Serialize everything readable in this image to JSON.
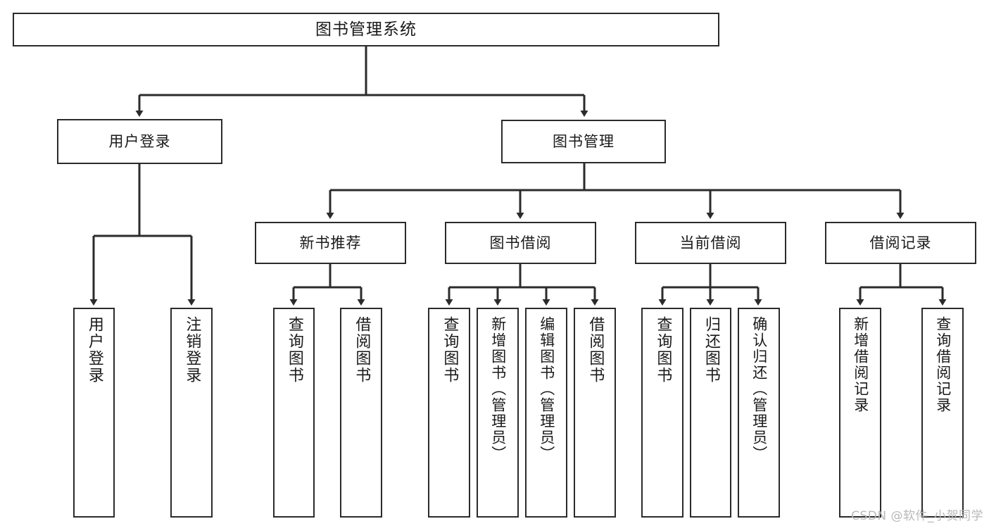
{
  "diagram": {
    "title": "图书管理系统",
    "type": "tree-hierarchy",
    "watermark": "CSDN @软件_小贺同学",
    "colors": {
      "box_border": "#2b2b2b",
      "box_fill": "#ffffff",
      "connector": "#2b2b2b",
      "text": "#1a1a1a",
      "watermark": "#b8b8b8"
    },
    "root": {
      "label": "图书管理系统"
    },
    "level2": [
      {
        "label": "用户登录"
      },
      {
        "label": "图书管理"
      }
    ],
    "level3": [
      {
        "label": "新书推荐"
      },
      {
        "label": "图书借阅"
      },
      {
        "label": "当前借阅"
      },
      {
        "label": "借阅记录"
      }
    ],
    "leaves": {
      "user_login": [
        {
          "label": "用户登录"
        },
        {
          "label": "注销登录"
        }
      ],
      "new_book_recommend": [
        {
          "label": "查询图书"
        },
        {
          "label": "借阅图书"
        }
      ],
      "book_borrow": [
        {
          "label": "查询图书"
        },
        {
          "label": "新增图书（管理员）"
        },
        {
          "label": "编辑图书（管理员）"
        },
        {
          "label": "借阅图书"
        }
      ],
      "current_borrow": [
        {
          "label": "查询图书"
        },
        {
          "label": "归还图书"
        },
        {
          "label": "确认归还（管理员）"
        }
      ],
      "borrow_record": [
        {
          "label": "新增借阅记录"
        },
        {
          "label": "查询借阅记录"
        }
      ]
    }
  }
}
